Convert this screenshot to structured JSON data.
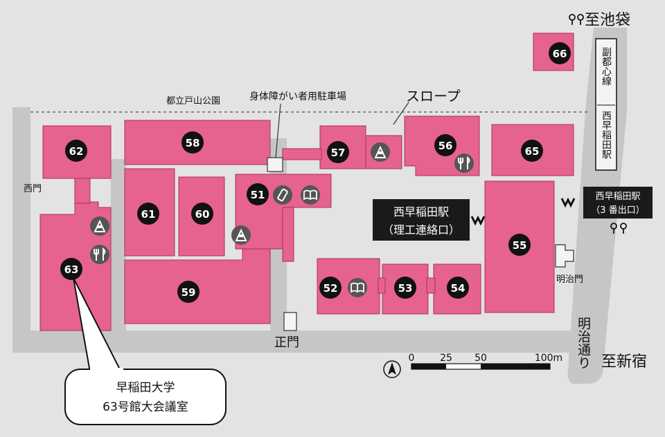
{
  "colors": {
    "background": "#e3e3e3",
    "building": "#e6628f",
    "building_stroke": "#a83060",
    "road": "#c6c6c6",
    "marker": "#111111",
    "label_box": "#1a1a1a",
    "icon_circle": "#555555"
  },
  "labels": {
    "to_ikebukuro": "至池袋",
    "to_shinjuku": "至新宿",
    "park": "都立戸山公園",
    "accessible_parking": "身体障がい者用駐車場",
    "slope": "スロープ",
    "west_gate": "西門",
    "main_gate": "正門",
    "meiji_gate": "明治門",
    "meiji_street": "明治通り",
    "fukutoshin_line": "副都心線",
    "nishiwaseda_station": "西早稲田駅",
    "station_campus_line1": "西早稲田駅",
    "station_campus_line2": "（理工連絡口）",
    "station_exit3_line1": "西早稲田駅",
    "station_exit3_line2": "（3 番出口）",
    "callout_line1": "早稲田大学",
    "callout_line2": "63号館大会議室"
  },
  "buildings": [
    "51",
    "52",
    "53",
    "54",
    "55",
    "56",
    "57",
    "58",
    "59",
    "60",
    "61",
    "62",
    "63",
    "65",
    "66"
  ],
  "scale_bar": {
    "ticks": [
      "0",
      "25",
      "50",
      "100m"
    ]
  },
  "icons": [
    "slope-icon",
    "restaurant-icon",
    "library-icon",
    "store-icon",
    "metro-icon",
    "stairs-icon",
    "north-arrow-icon"
  ]
}
